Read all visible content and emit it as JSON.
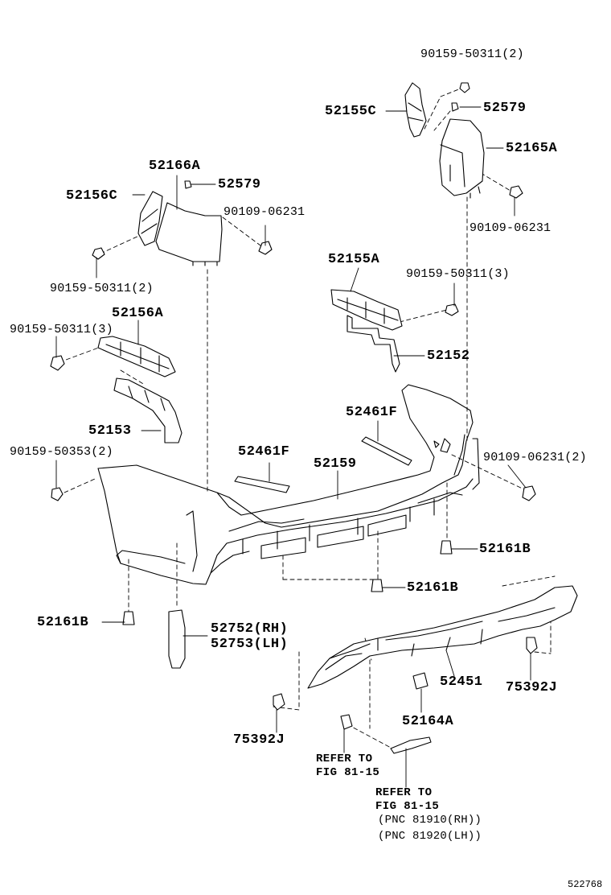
{
  "diagram": {
    "diagram_number": "522768",
    "labels": {
      "bolt_top_right": "90159-50311(2)",
      "bracket_52155C": "52155C",
      "clip_52579_right": "52579",
      "piece_52165A": "52165A",
      "bolt_90109_right": "90109-06231",
      "piece_52166A": "52166A",
      "bracket_52156C": "52156C",
      "clip_52579_left": "52579",
      "bolt_90109_left": "90109-06231",
      "bolt_left_2": "90159-50311(2)",
      "bracket_52155A": "52155A",
      "bolt_right_3": "90159-50311(3)",
      "bracket_52156A": "52156A",
      "bolt_left_3": "90159-50311(3)",
      "bracket_52152": "52152",
      "strip_52461F_right": "52461F",
      "bracket_52153": "52153",
      "screw_90159_50353": "90159-50353(2)",
      "strip_52461F_left": "52461F",
      "cover_52159": "52159",
      "bolt_90109_2": "90109-06231(2)",
      "clip_52161B_right": "52161B",
      "clip_52161B_center": "52161B",
      "clip_52161B_left": "52161B",
      "reflector_rh": "52752(RH)",
      "reflector_lh": "52753(LH)",
      "spoiler_52451": "52451",
      "retainer_75392J_right": "75392J",
      "cover_52164A": "52164A",
      "retainer_75392J_left": "75392J",
      "refer_1_line1": "REFER TO",
      "refer_1_line2": "FIG 81-15",
      "refer_2_line1": "REFER TO",
      "refer_2_line2": "FIG 81-15",
      "pnc_rh": "(PNC 81910(RH))",
      "pnc_lh": "(PNC 81920(LH))"
    }
  }
}
